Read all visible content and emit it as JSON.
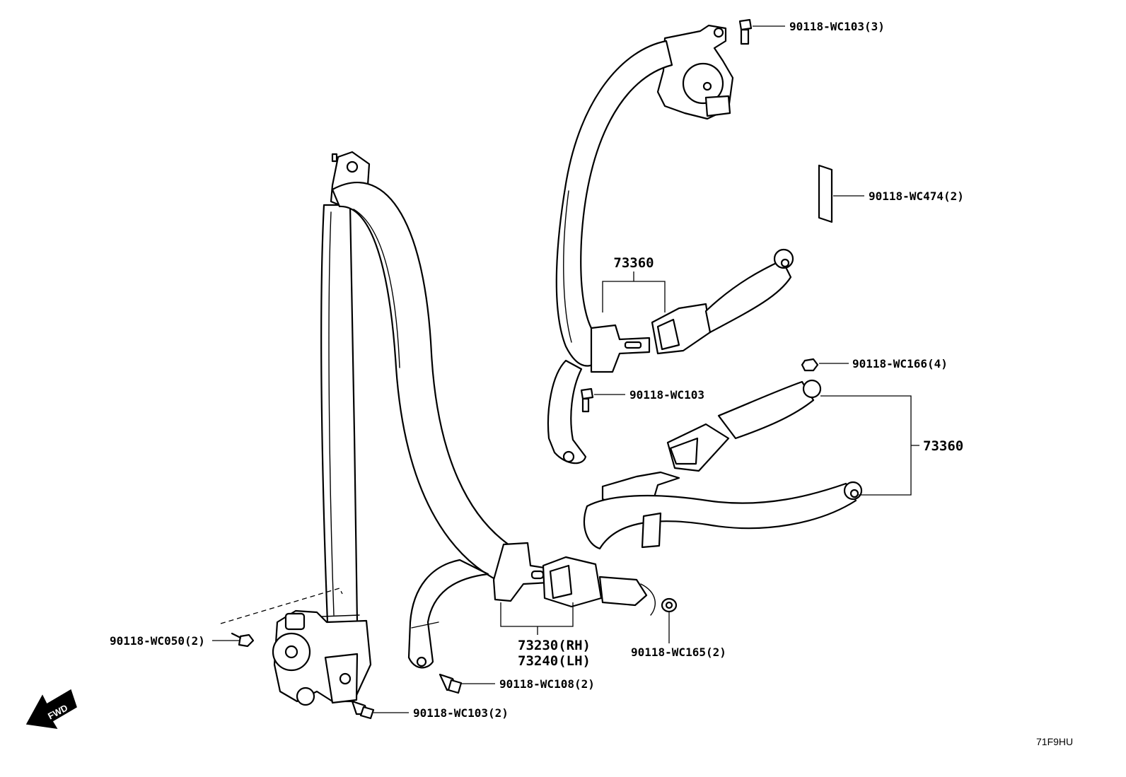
{
  "labels": {
    "bolt_top": "90118-WC103(3)",
    "pad": "90118-WC474(2)",
    "rear_upper_buckle": "73360",
    "bolt_wc166": "90118-WC166(4)",
    "bolt_wc103": "90118-WC103",
    "rear_lower_buckle": "73360",
    "front_belt_rh": "73230(RH)",
    "front_belt_lh": "73240(LH)",
    "bolt_wc050": "90118-WC050(2)",
    "nut_wc165": "90118-WC165(2)",
    "bolt_wc108": "90118-WC108(2)",
    "bolt_wc103_2": "90118-WC103(2)"
  },
  "fwd_label": "FWD",
  "diagram_code": "71F9HU"
}
